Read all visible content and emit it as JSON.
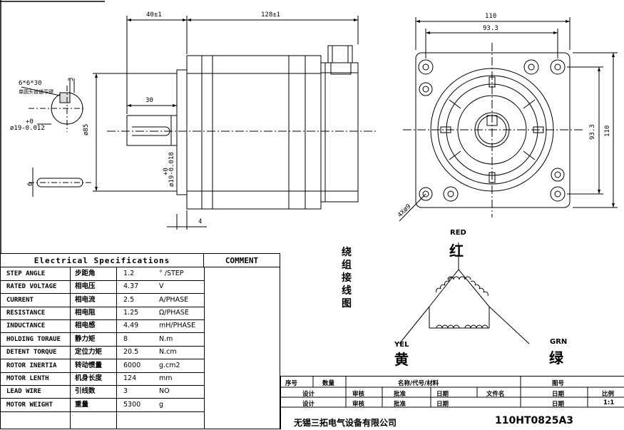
{
  "dimensions": {
    "side_length": "40±1",
    "body_length": "128±1",
    "shaft_length": "30",
    "body_diameter": "ø85",
    "shaft_diameter": "ø19-0.018",
    "shaft_tol_upper": "+0",
    "step": "4",
    "keyway_size": "6*6*30",
    "keyway_note": "单圆头普通平键",
    "key_depth": "3",
    "section_tol_upper": "+0",
    "section_diameter": "ø19-0.012",
    "key_width": "6",
    "flange_width": "110",
    "bolt_spacing": "93.3",
    "flange_height": "110",
    "bolt_spacing_v": "93.3",
    "holes": "4Xø9"
  },
  "specs": {
    "header": "Electrical Specifications",
    "comment_header": "COMMENT",
    "rows": [
      {
        "en": "STEP ANGLE",
        "cn": "步距角",
        "val": "1.2",
        "unit": "° /STEP"
      },
      {
        "en": "RATED VOLTAGE",
        "cn": "相电压",
        "val": "4.37",
        "unit": "V"
      },
      {
        "en": "CURRENT",
        "cn": "相电流",
        "val": "2.5",
        "unit": "A/PHASE"
      },
      {
        "en": "RESISTANCE",
        "cn": "相电阻",
        "val": "1.25",
        "unit": "Ω/PHASE"
      },
      {
        "en": "INDUCTANCE",
        "cn": "相电感",
        "val": "4.49",
        "unit": "mH/PHASE"
      },
      {
        "en": "HOLDING TORAUE",
        "cn": "静力矩",
        "val": "8",
        "unit": "N.m"
      },
      {
        "en": "DETENT TORQUE",
        "cn": "定位力矩",
        "val": "20.5",
        "unit": "N.cm"
      },
      {
        "en": "ROTOR INERTIA",
        "cn": "转动惯量",
        "val": "6000",
        "unit": "g.cm2"
      },
      {
        "en": "MOTOR LENTH",
        "cn": "机身长度",
        "val": "124",
        "unit": "mm"
      },
      {
        "en": "LEAD WIRE",
        "cn": "引线数",
        "val": "3",
        "unit": "NO"
      },
      {
        "en": "MOTOR WEIGHT",
        "cn": "重量",
        "val": "5300",
        "unit": "g"
      }
    ]
  },
  "winding": {
    "title_chars": [
      "绕",
      "组",
      "接",
      "线",
      "图"
    ],
    "red_en": "RED",
    "red_cn": "红",
    "yel_en": "YEL",
    "yel_cn": "黄",
    "grn_en": "GRN",
    "grn_cn": "绿"
  },
  "title_block": {
    "seq": "序号",
    "qty": "数量",
    "name_code": "名称/代号/材料",
    "drawing_no": "图号",
    "design1": "设计",
    "review1": "审核",
    "approve1": "批准",
    "date1": "日期",
    "filename": "文件名",
    "date1b": "日期",
    "scale": "比例",
    "design2": "设计",
    "review2": "审核",
    "approve2": "批准",
    "date2": "日期",
    "date2b": "日期",
    "scale_val": "1:1",
    "company": "无锡三拓电气设备有限公司",
    "model": "110HT0825A3"
  }
}
